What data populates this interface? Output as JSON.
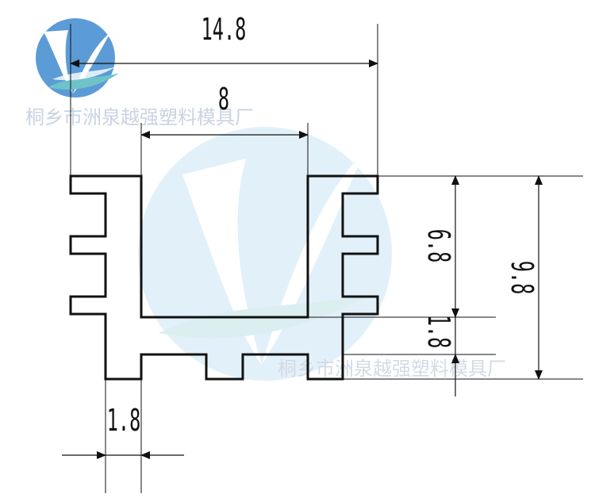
{
  "watermark": {
    "company": "桐乡市洲泉越强塑料模具厂",
    "logo_icon": "wave-logo-icon",
    "colors": {
      "logo_blue": "#5b9bd6",
      "logo_teal": "#6ec3c9",
      "watermark_text": "#c9d3e2",
      "watermark_bottom_text": "#d4dae6"
    }
  },
  "drawing": {
    "line_color": "#111111",
    "dimensions": {
      "overall_width": "14.8",
      "inner_width": "8",
      "fin_thickness": "1.8",
      "inner_height": "6.8",
      "base_thickness": "1.8",
      "overall_height": "9.8"
    }
  }
}
